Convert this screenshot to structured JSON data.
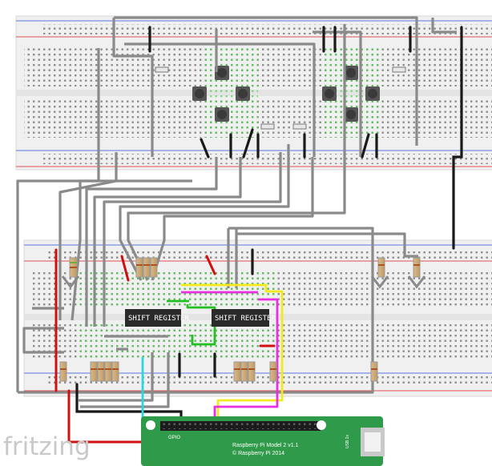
{
  "logo": {
    "text": "fritzing"
  },
  "chips": [
    {
      "label": "SHIFT REGISTER"
    },
    {
      "label": "SHIFT REGISTER"
    }
  ],
  "pi": {
    "model_label": "Raspberry Pi Model 2 v1.1",
    "copyright_label": "© Raspberry Pi 2014",
    "gpio_label": "GPIO",
    "usb_label": "USB 2x"
  },
  "colors": {
    "breadboard": "#f3f3f3",
    "rail_red": "#e05050",
    "rail_blue": "#4a6ad8",
    "wire_gray": "#8a8a8a",
    "wire_black": "#1a1a1a",
    "wire_red": "#d01010",
    "wire_yellow": "#f2ea1a",
    "wire_magenta": "#e830e0",
    "wire_green": "#22c022",
    "wire_cyan": "#2ad6e0",
    "pi_board": "#2f9a4a",
    "chip": "#2a2a2a"
  }
}
